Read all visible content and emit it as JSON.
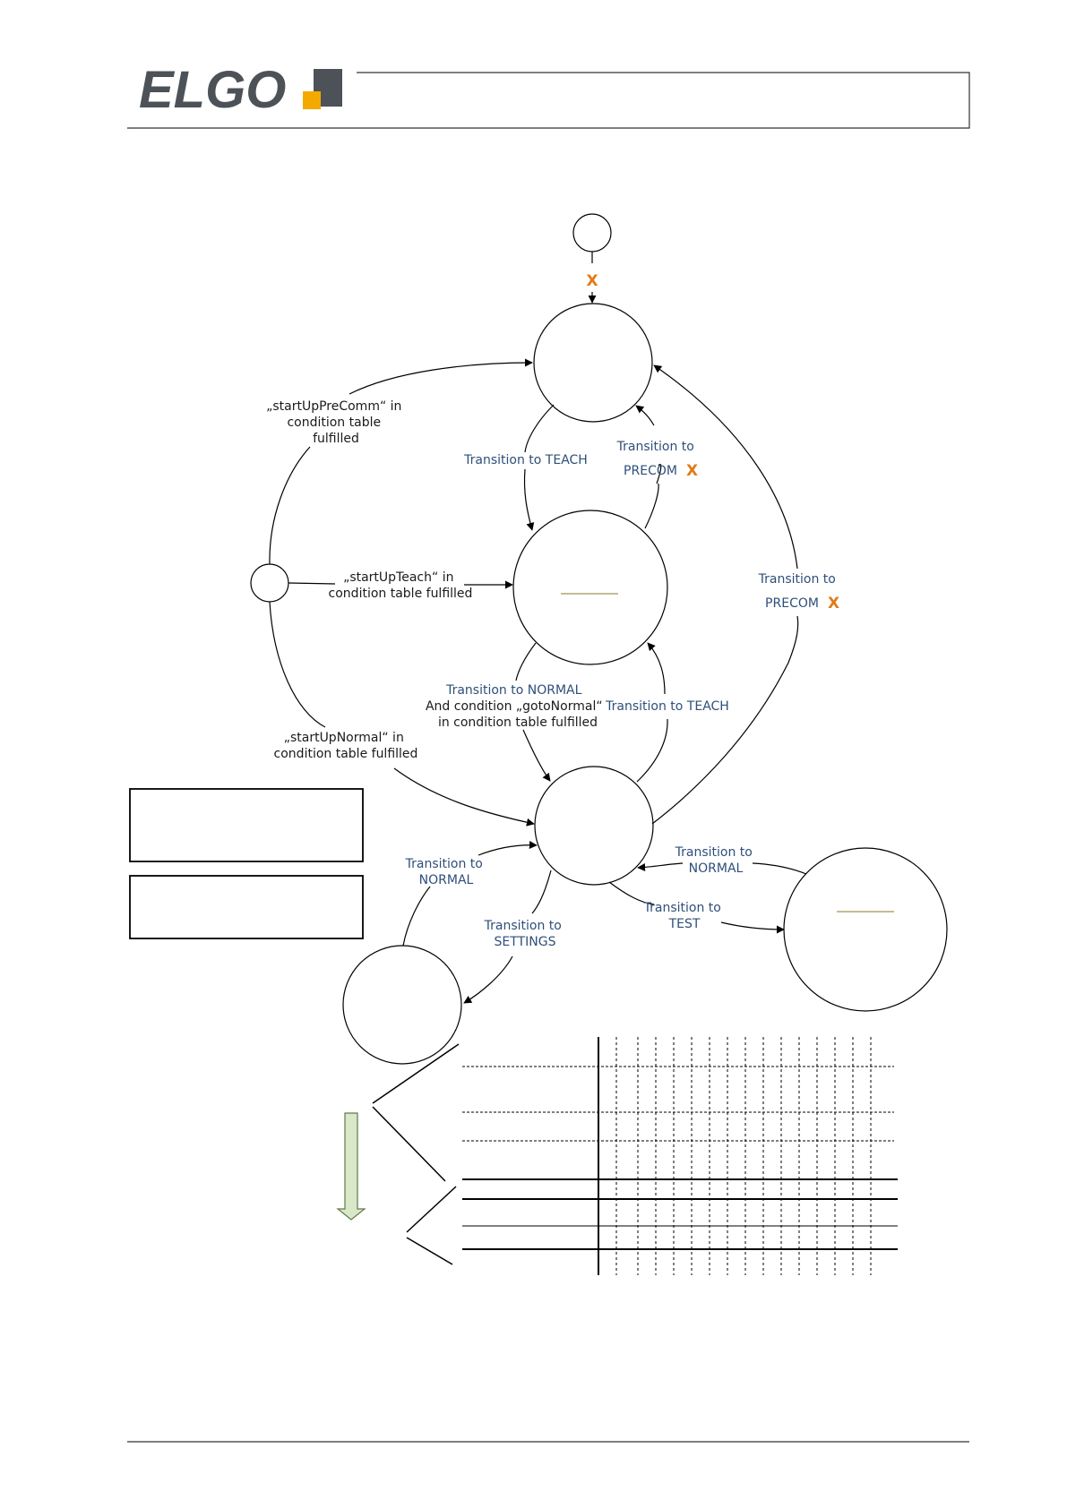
{
  "header": {
    "logo_text": "ELGO",
    "logo_dark_color": "#4c5257",
    "logo_accent_color": "#f4a900"
  },
  "diagram": {
    "label_blue_color": "#2f4f7a",
    "marker_color": "#e07b1a",
    "marker": "X",
    "edges": {
      "precomm_cond": [
        "„startUpPreComm“ in",
        "condition table",
        "fulfilled"
      ],
      "teach_cond": [
        "„startUpTeach“ in",
        "condition table fulfilled"
      ],
      "normal_cond": [
        "„startUpNormal“ in",
        "condition table fulfilled"
      ],
      "precom_to_teach": [
        "Transition to TEACH"
      ],
      "teach_to_precom": [
        "Transition to",
        "PRECOM"
      ],
      "normal_to_precom": [
        "Transition to",
        "PRECOM"
      ],
      "teach_to_normal": [
        "Transition to NORMAL",
        "And condition „gotoNormal“",
        "in condition table fulfilled"
      ],
      "normal_to_teach": [
        "Transition to TEACH"
      ],
      "settings_to_normal": [
        "Transition to",
        "NORMAL"
      ],
      "normal_to_settings": [
        "Transition to",
        "SETTINGS"
      ],
      "test_to_normal": [
        "Transition to",
        "NORMAL"
      ],
      "normal_to_test": [
        "Transition to",
        "TEST"
      ]
    }
  }
}
